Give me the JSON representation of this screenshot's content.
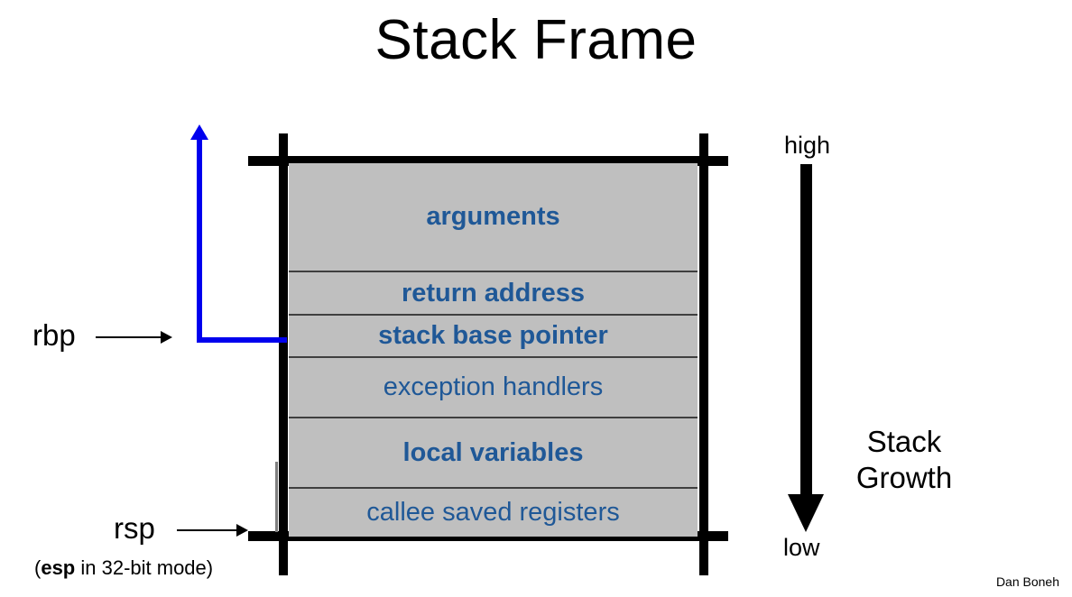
{
  "slide": {
    "title": "Stack Frame",
    "attribution": "Dan Boneh",
    "colors": {
      "cell_fill": "#bfbfbf",
      "cell_text": "#1f5897",
      "frame_rule": "#000000",
      "pointer_blue": "#0000ee",
      "cell_divider": "#3f3f3f"
    }
  },
  "stack_frame": {
    "cells": [
      {
        "label": "arguments",
        "bold": true
      },
      {
        "label": "return address",
        "bold": true
      },
      {
        "label": "stack base pointer",
        "bold": true
      },
      {
        "label": "exception handlers",
        "bold": false
      },
      {
        "label": "local variables",
        "bold": true
      },
      {
        "label": "callee saved registers",
        "bold": false
      }
    ]
  },
  "registers": {
    "rbp": {
      "label": "rbp",
      "points_to": "stack base pointer"
    },
    "rsp": {
      "label": "rsp",
      "points_to": "bottom of frame"
    },
    "esp_note_prefix": "(",
    "esp_note_bold": "esp",
    "esp_note_suffix": " in 32-bit mode)"
  },
  "growth_axis": {
    "high_label": "high",
    "low_label": "low",
    "growth_label_line1": "Stack",
    "growth_label_line2": "Growth",
    "direction": "downward"
  }
}
